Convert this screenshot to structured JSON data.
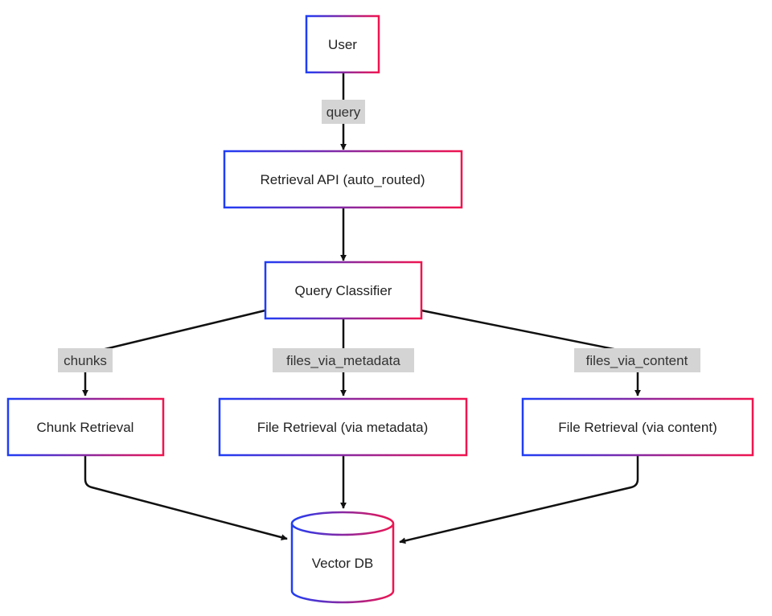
{
  "colors": {
    "border_start": "#1f3df5",
    "border_end": "#f0144f",
    "edge": "#111111",
    "label_bg": "#d4d4d4",
    "node_fill": "#ffffff"
  },
  "nodes": {
    "user": {
      "label": "User"
    },
    "retrieval_api": {
      "label": "Retrieval API (auto_routed)"
    },
    "query_classifier": {
      "label": "Query Classifier"
    },
    "chunk_retrieval": {
      "label": "Chunk Retrieval"
    },
    "file_retrieval_metadata": {
      "label": "File Retrieval (via metadata)"
    },
    "file_retrieval_content": {
      "label": "File Retrieval (via content)"
    },
    "vector_db": {
      "label": "Vector DB"
    }
  },
  "edge_labels": {
    "query": "query",
    "chunks": "chunks",
    "files_via_metadata": "files_via_metadata",
    "files_via_content": "files_via_content"
  }
}
